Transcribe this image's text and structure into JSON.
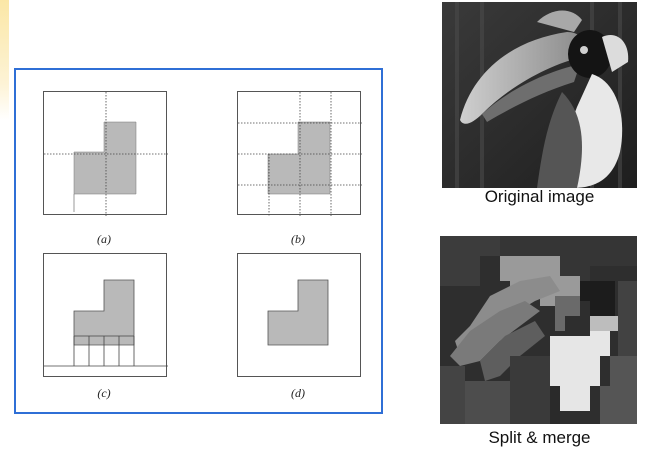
{
  "panels": [
    {
      "label": "(a)"
    },
    {
      "label": "(b)"
    },
    {
      "label": "(c)"
    },
    {
      "label": "(d)"
    }
  ],
  "images": {
    "original_caption": "Original image",
    "split_merge_caption": "Split & merge"
  },
  "colors": {
    "frame_border": "#2f6fd6",
    "region_fill": "#b9b9b9",
    "side_strip": "#fbe7a6"
  }
}
